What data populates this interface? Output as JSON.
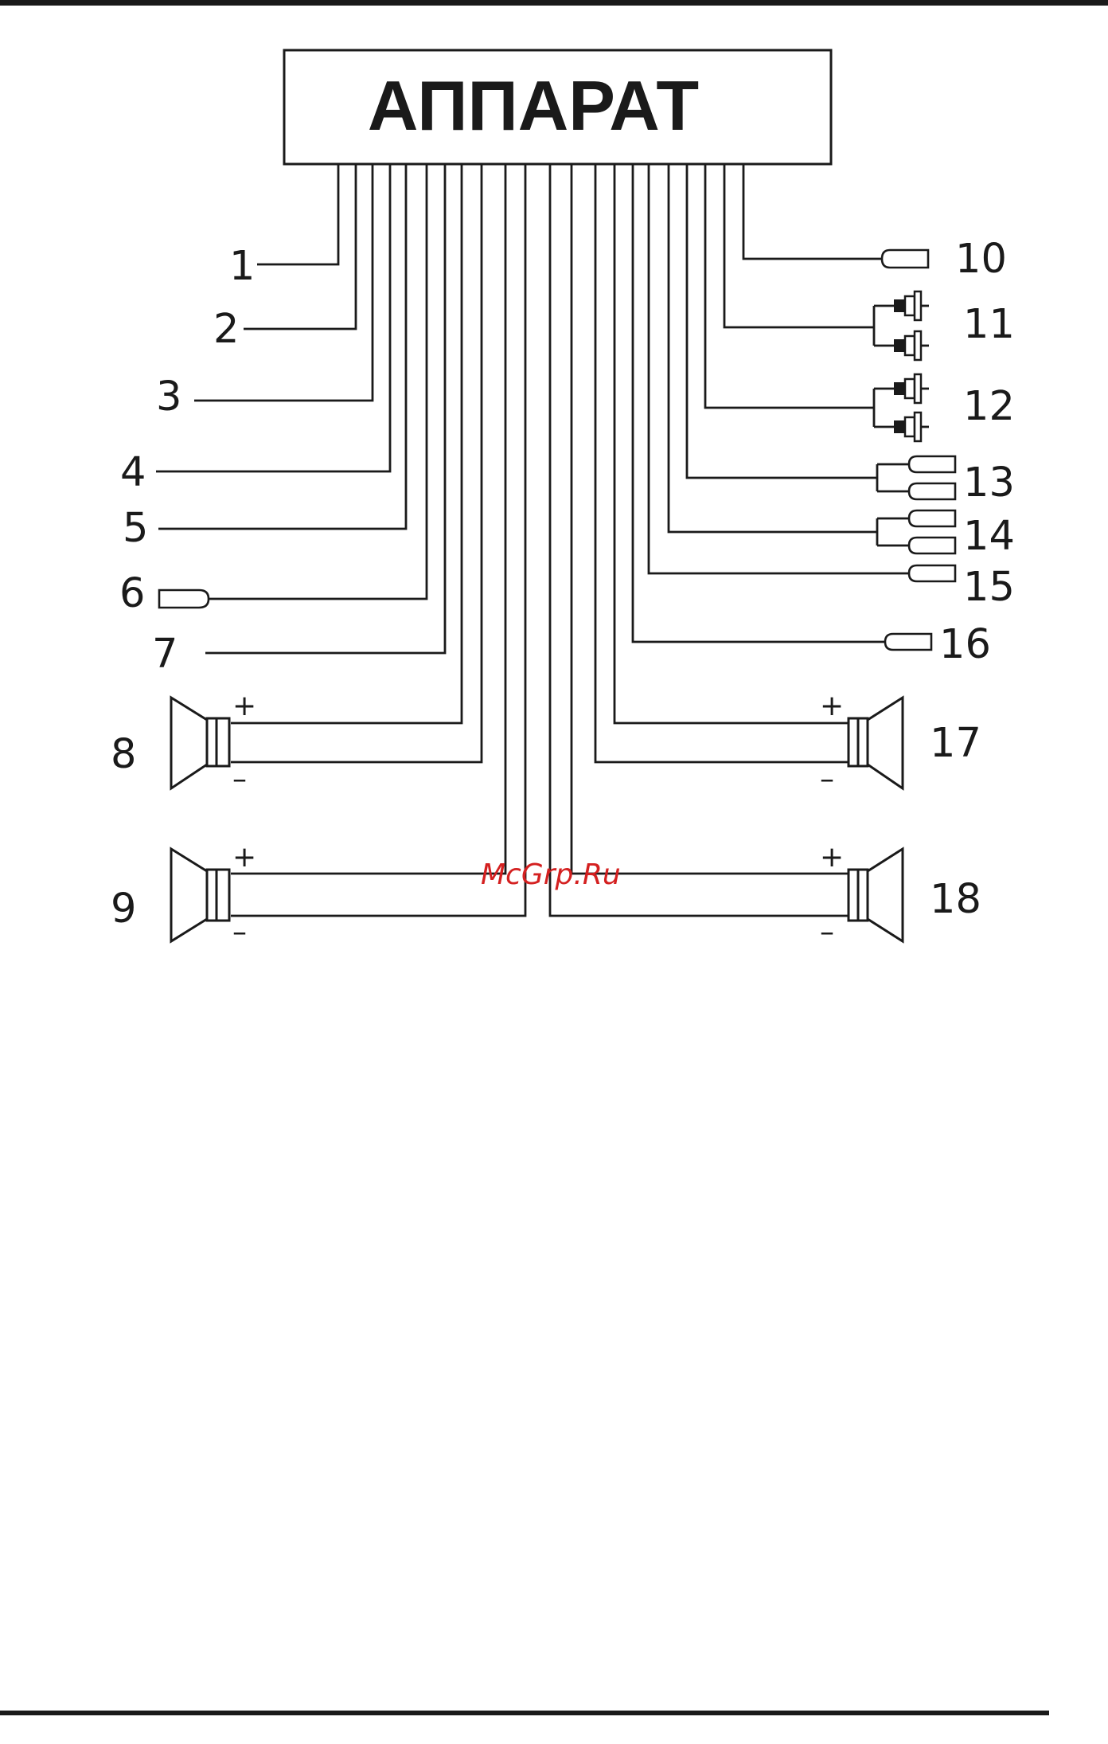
{
  "title": "АППАРАТ",
  "watermark": "McGrp.Ru",
  "plus": "+",
  "minus": "–",
  "labels": {
    "n1": "1",
    "n2": "2",
    "n3": "3",
    "n4": "4",
    "n5": "5",
    "n6": "6",
    "n7": "7",
    "n8": "8",
    "n9": "9",
    "n10": "10",
    "n11": "11",
    "n12": "12",
    "n13": "13",
    "n14": "14",
    "n15": "15",
    "n16": "16",
    "n17": "17",
    "n18": "18"
  },
  "colors": {
    "line": "#1a1a1a",
    "watermark": "#d42020"
  }
}
